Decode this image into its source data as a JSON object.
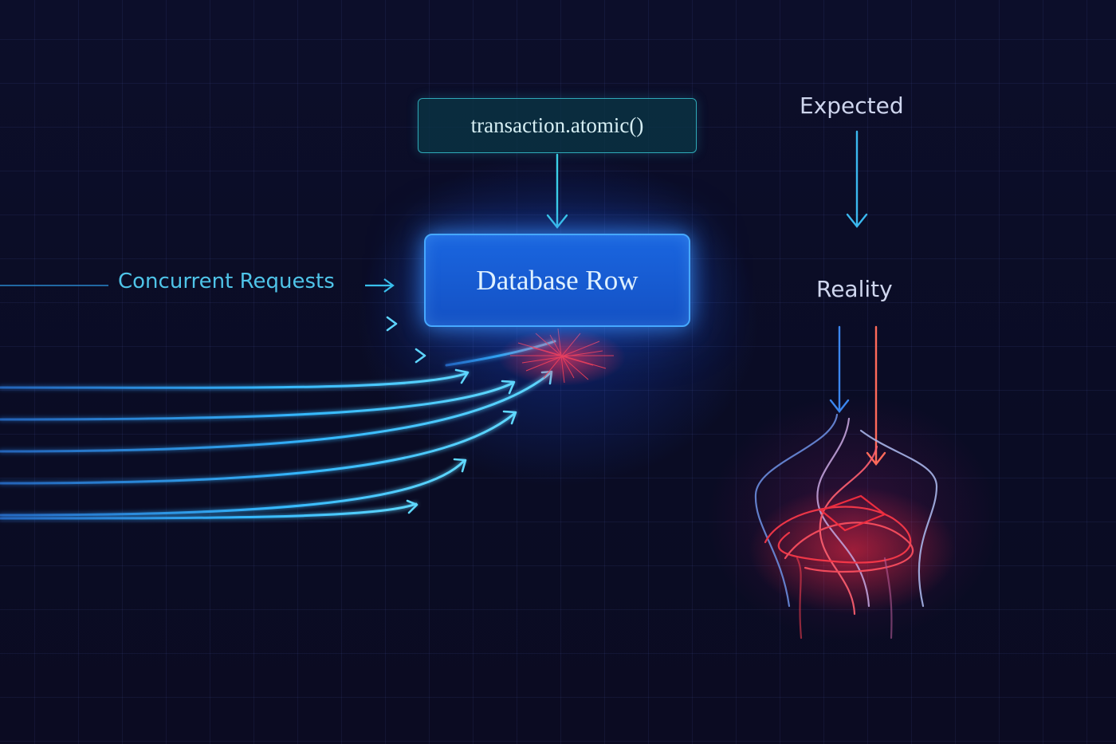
{
  "diagram": {
    "atomic_label": "transaction.atomic()",
    "row_label": "Database Row",
    "concurrent_label": "Concurrent Requests",
    "expected_label": "Expected",
    "reality_label": "Reality"
  },
  "colors": {
    "background": "#0b0d26",
    "request_line": "#33c6ff",
    "row_fill": "#1a66e0",
    "conflict_red": "#ff3a4a",
    "text_light": "#cfd6ee"
  }
}
